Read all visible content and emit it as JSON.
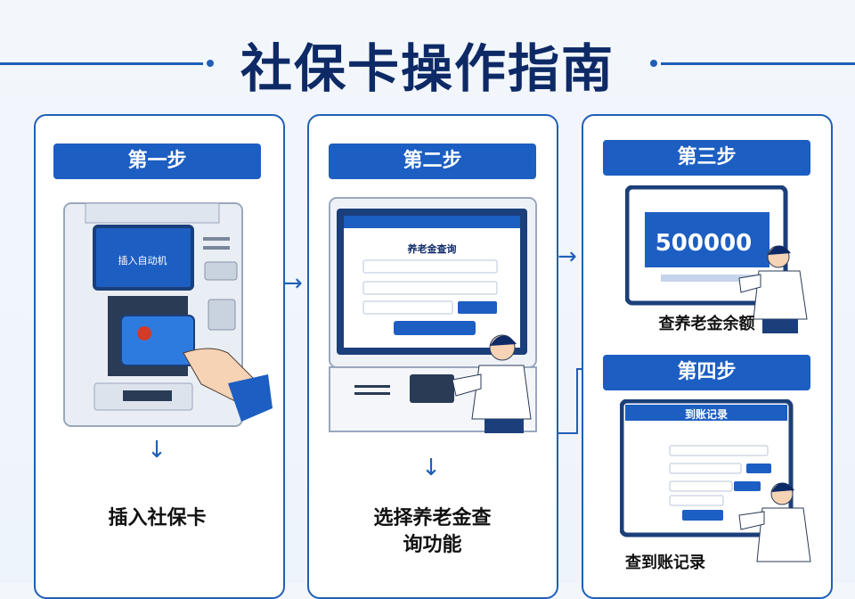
{
  "title": "社保卡操作指南",
  "steps": [
    {
      "label": "第一步",
      "caption": "插入社保卡"
    },
    {
      "label": "第二步",
      "caption_line1": "选择养老金查",
      "caption_line2": "询功能"
    },
    {
      "label": "第三步",
      "caption": "查养老金余额"
    },
    {
      "label": "第四步",
      "caption": "查到账记录"
    }
  ],
  "kiosk": {
    "screen_text": "插入自动机"
  },
  "step2_screen": {
    "heading": "养老金查询"
  },
  "step3_screen": {
    "amount": "500000"
  },
  "step4_screen": {
    "heading": "到账记录"
  },
  "icons": {
    "down_arrow": "↓",
    "right_arrow": "→"
  },
  "colors": {
    "accent": "#1d5ec2",
    "title": "#0e2a66",
    "border": "#1f5fb7"
  }
}
